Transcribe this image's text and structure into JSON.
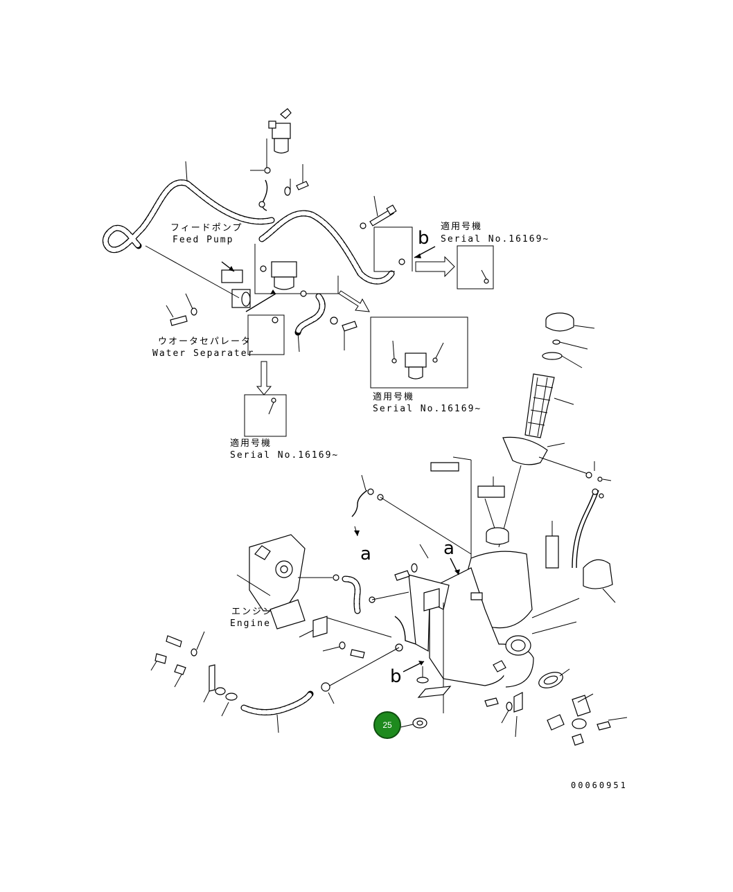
{
  "labels": {
    "feed_pump_jp": "フィードポンプ",
    "feed_pump_en": "Feed Pump",
    "water_sep_jp": "ウオータセパレータ",
    "water_sep_en": "Water Separater",
    "applicable_jp": "適用号機",
    "serial": "Serial No.16169~",
    "engine_jp": "エンジン",
    "engine_en": "Engine",
    "ref_a": "a",
    "ref_b": "b"
  },
  "callout": {
    "number": "25",
    "color": "#1e8a1e"
  },
  "drawing_number": "00060951"
}
